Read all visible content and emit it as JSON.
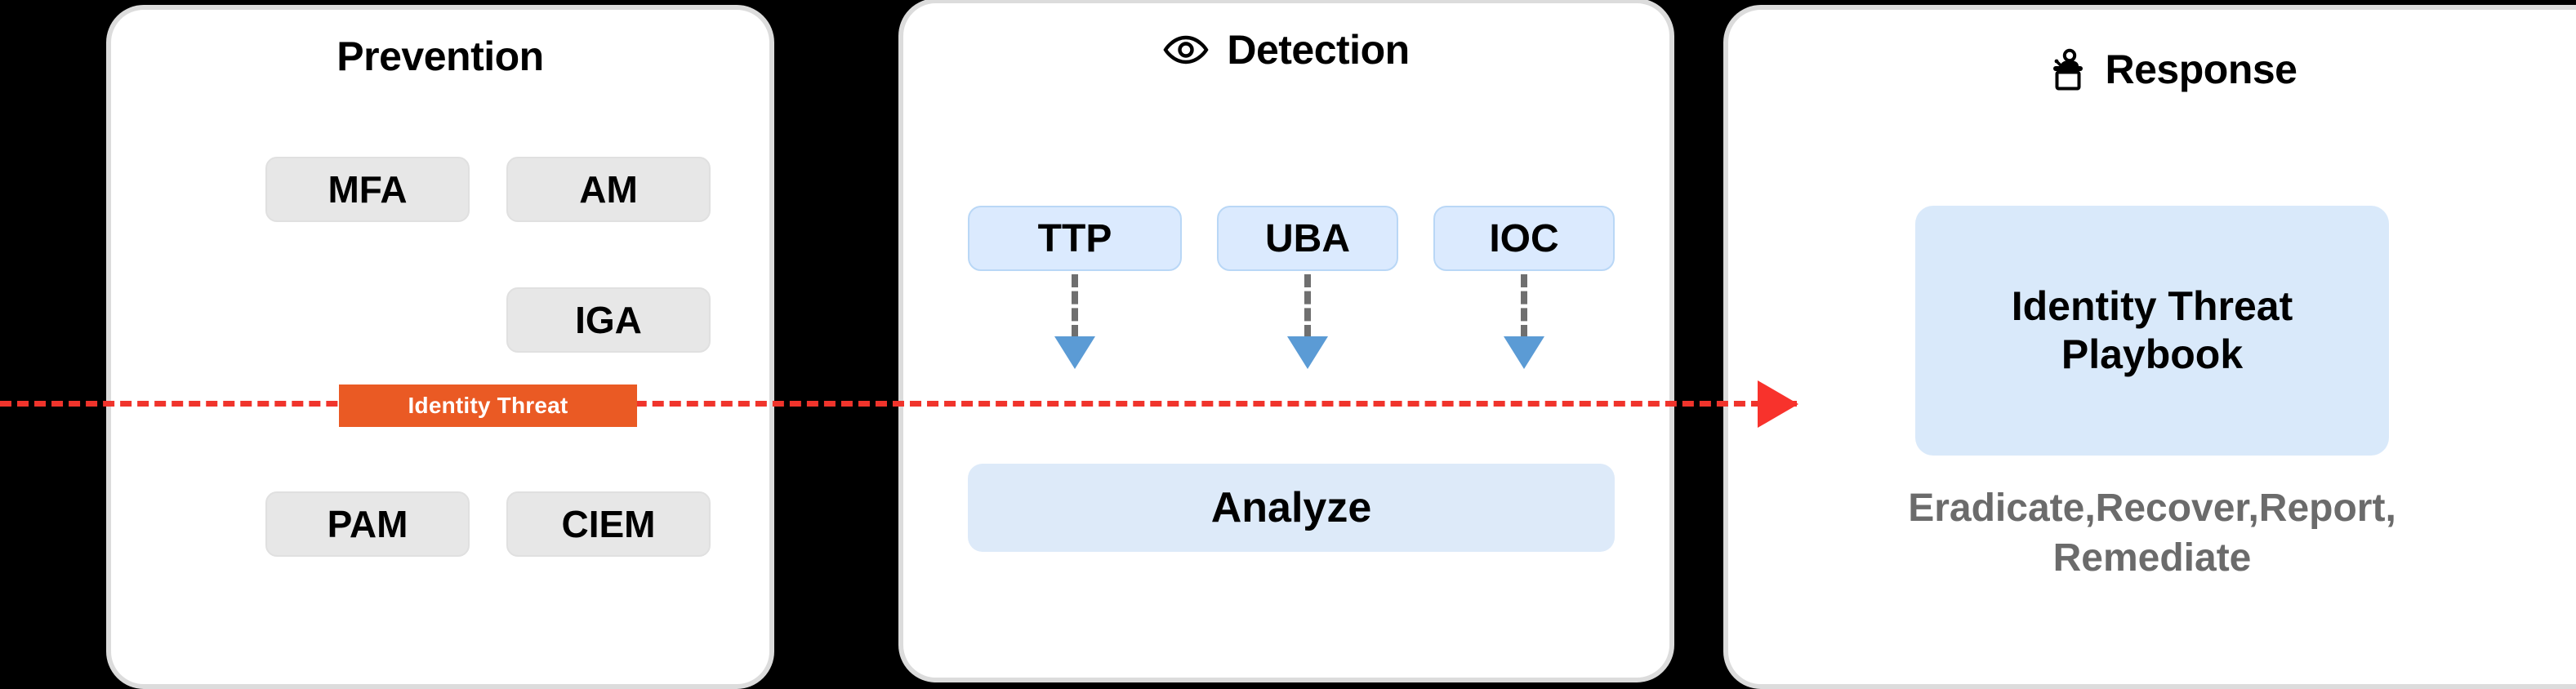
{
  "background_color": "#000000",
  "panels": [
    {
      "id": "prevention",
      "title": "Prevention",
      "icon": "none",
      "chips": [
        {
          "label": "MFA"
        },
        {
          "label": "AM"
        },
        {
          "label": "IGA"
        },
        {
          "label": "PAM"
        },
        {
          "label": "CIEM"
        }
      ]
    },
    {
      "id": "detection",
      "title": "Detection",
      "icon": "eye-icon",
      "signals": [
        {
          "label": "TTP"
        },
        {
          "label": "UBA"
        },
        {
          "label": "IOC"
        }
      ],
      "aggregate": {
        "label": "Analyze"
      }
    },
    {
      "id": "response",
      "title": "Response",
      "icon": "podium-icon",
      "playbook": {
        "line1": "Identity Threat",
        "line2": "Playbook"
      },
      "actions": "Eradicate,Recover,Report, Remediate"
    }
  ],
  "threat_flow": {
    "badge_label": "Identity Threat",
    "badge_color": "#ea5a24",
    "line_color": "#f0342c",
    "arrow_color": "#f8322c",
    "style": "dashed"
  },
  "colors": {
    "panel_bg": "#ffffff",
    "panel_border": "#dcdcdc",
    "chip_bg": "#e7e7e7",
    "blue_box_bg": "#dbeafe",
    "blue_box_border": "#b9d7f6",
    "analyze_bg": "#ddeaf9",
    "playbook_bg": "#d9e9fa",
    "muted_text": "#6b6b6b",
    "arrow_stem": "#6f6f6f",
    "arrow_head": "#5b9bd5"
  }
}
